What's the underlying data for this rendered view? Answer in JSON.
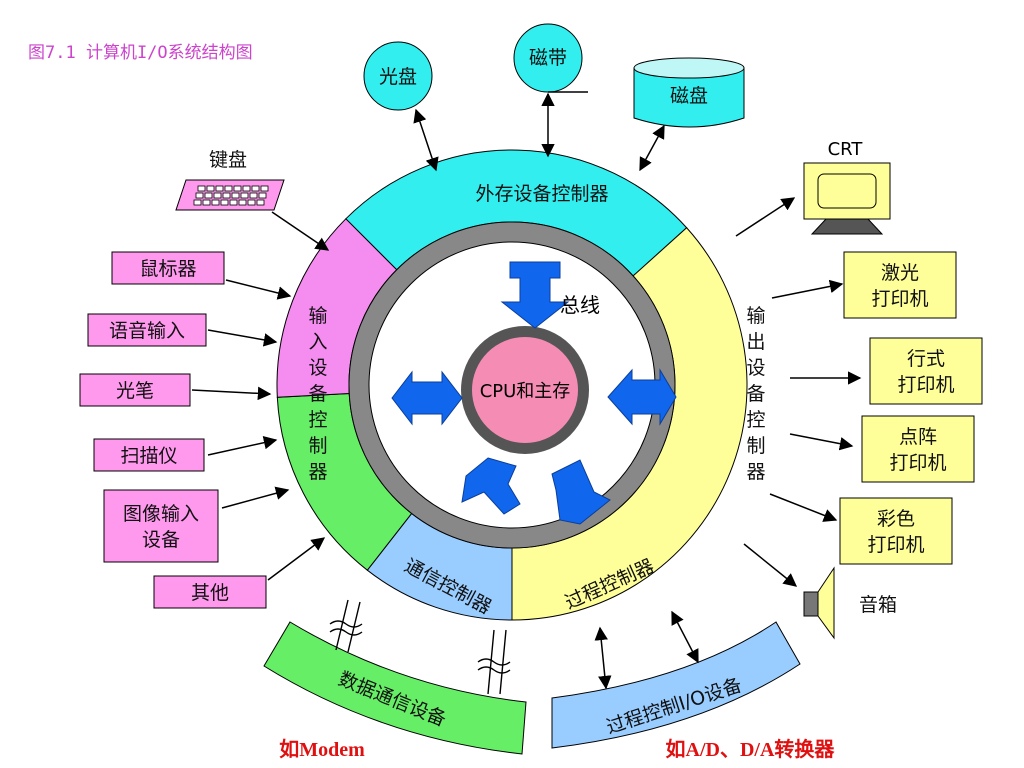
{
  "title": "图7.1 计算机I/O系统结构图",
  "center": {
    "label": "CPU和主存",
    "bus_label": "总线"
  },
  "ring": {
    "external_storage_controller": "外存设备控制器",
    "input_controller": [
      "输",
      "入",
      "设",
      "备",
      "控",
      "制",
      "器"
    ],
    "output_controller": [
      "输",
      "出",
      "设",
      "备",
      "控",
      "制",
      "器"
    ],
    "communication_controller": "通信控制器",
    "process_controller": "过程控制器"
  },
  "storage_devices": {
    "optical_disc": "光盘",
    "tape": "磁带",
    "magnetic_disk": "磁盘"
  },
  "input_devices": {
    "keyboard": "键盘",
    "mouse": "鼠标器",
    "voice_input": "语音输入",
    "light_pen": "光笔",
    "scanner": "扫描仪",
    "image_input": [
      "图像输入",
      "设备"
    ],
    "other": "其他"
  },
  "output_devices": {
    "crt": "CRT",
    "laser_printer": [
      "激光",
      "打印机"
    ],
    "line_printer": [
      "行式",
      "打印机"
    ],
    "dot_matrix_printer": [
      "点阵",
      "打印机"
    ],
    "color_printer": [
      "彩色",
      "打印机"
    ],
    "speaker": "音箱"
  },
  "bottom": {
    "data_comm_device": "数据通信设备",
    "process_control_io": "过程控制I/O设备",
    "modem_note": "如Modem",
    "converter_note": "如A/D、D/A转换器"
  },
  "colors": {
    "cyan": "#33eeee",
    "magenta": "#f58cf0",
    "yellow": "#ffff99",
    "green": "#66ee66",
    "light_blue": "#99ccff",
    "bus_gray": "#888888",
    "cpu_pink": "#f58cb4",
    "arrow_blue": "#1166ee",
    "pink_box": "#ff99ee",
    "red_text": "#e01010"
  }
}
